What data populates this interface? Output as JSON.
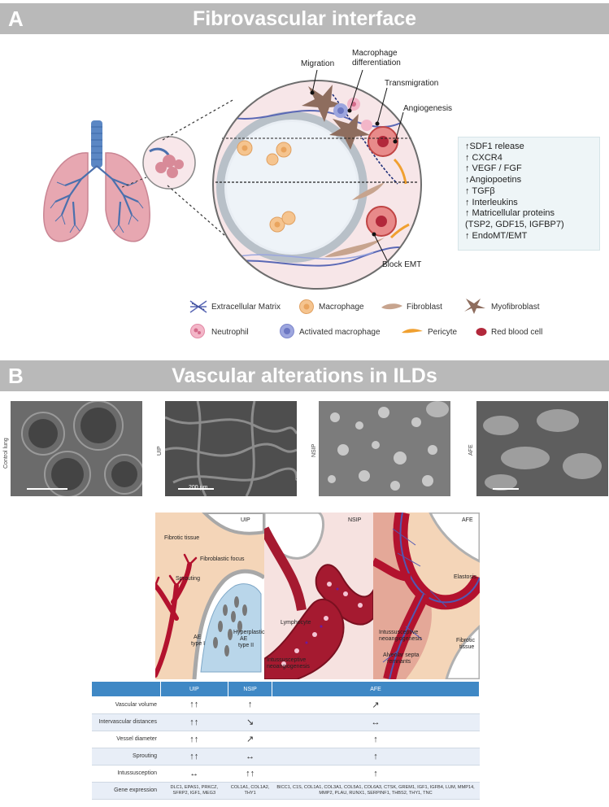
{
  "panel_a": {
    "letter": "A",
    "title": "Fibrovascular interface",
    "callouts": {
      "migration": "Migration",
      "macrophage_diff_1": "Macrophage",
      "macrophage_diff_2": "differentiation",
      "transmigration": "Transmigration",
      "angiogenesis": "Angiogenesis",
      "block_emt": "Block EMT"
    },
    "factors": [
      "↑SDF1 release",
      "↑ CXCR4",
      "↑ VEGF / FGF",
      "↑Angiopoetins",
      "↑ TGFβ",
      "↑ Interleukins",
      "↑ Matricellular proteins",
      "   (TSP2, GDF15, IGFBP7)",
      "↑ EndoMT/EMT"
    ],
    "legend": {
      "ecm": "Extracellular Matrix",
      "macrophage": "Macrophage",
      "fibroblast": "Fibroblast",
      "myofibroblast": "Myofibroblast",
      "neutrophil": "Neutrophil",
      "activated_macrophage": "Activated macrophage",
      "pericyte": "Pericyte",
      "rbc": "Red blood cell"
    }
  },
  "panel_b": {
    "letter": "B",
    "title": "Vascular alterations in ILDs",
    "sem": [
      {
        "label": "Control lung",
        "scale": ""
      },
      {
        "label": "UIP",
        "scale": "200 µm"
      },
      {
        "label": "NSIP",
        "scale": ""
      },
      {
        "label": "AFE",
        "scale": ""
      }
    ],
    "illustration": {
      "uip": "UIP",
      "nsip": "NSIP",
      "afe": "AFE",
      "fibrotic_tissue": "Fibrotic tissue",
      "fibroblastic_focus": "Fibroblastic focus",
      "sprouting": "Sprouting",
      "lymphocyte": "Lymphocyte",
      "ae1_a": "AE",
      "ae1_b": "type I",
      "ae2_a": "Hyperplastic",
      "ae2_b": "AE",
      "ae2_c": "type II",
      "intus_a": "Intussusceptive",
      "intus_b": "neoangiogenesis",
      "elastosis": "Elastosis",
      "intus2_a": "Intussusceptive",
      "intus2_b": "neoangiogenesis",
      "septa_a": "Alveolar septa",
      "septa_b": "remnants",
      "fibrotic2_a": "Fibrotic",
      "fibrotic2_b": "tissue"
    },
    "table": {
      "headers": [
        "",
        "UIP",
        "NSIP",
        "AFE"
      ],
      "rows": [
        {
          "label": "Vascular volume",
          "uip": "↑↑",
          "nsip": "↑",
          "afe": "↗"
        },
        {
          "label": "Intervascular distances",
          "uip": "↑↑",
          "nsip": "↘",
          "afe": "↔"
        },
        {
          "label": "Vessel diameter",
          "uip": "↑↑",
          "nsip": "↗",
          "afe": "↑"
        },
        {
          "label": "Sprouting",
          "uip": "↑↑",
          "nsip": "↔",
          "afe": "↑"
        },
        {
          "label": "Intussusception",
          "uip": "↔",
          "nsip": "↑↑",
          "afe": "↑"
        },
        {
          "label": "Gene expression",
          "uip": "DLC1, EPAS1, PRKCZ, SFRP2, IGF1, MEG3",
          "nsip": "COL1A1, COL1A2, THY1",
          "afe": "BICC1, C1S, COL1A1, COL3A1, COL5A1, COL6A3, CTSK, GREM1, IGF1, IGFB4, LUM, MMP14, MMP2, PLAU, RUNX1, SERPINF1, THBS2, THY1, TNC"
        }
      ]
    }
  }
}
